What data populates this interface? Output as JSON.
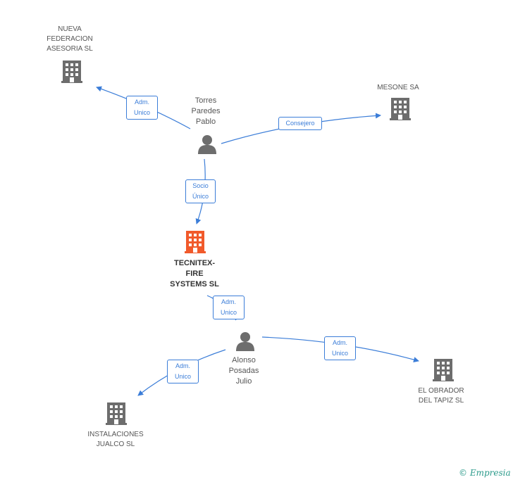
{
  "colors": {
    "edge": "#3b7dd8",
    "node_gray": "#6d6d6d",
    "focus": "#f15a2b"
  },
  "nodes": {
    "nueva": {
      "label": "NUEVA\nFEDERACION\nASESORIA SL",
      "type": "company"
    },
    "mesone": {
      "label": "MESONE SA",
      "type": "company"
    },
    "torres": {
      "label": "Torres\nParedes\nPablo",
      "type": "person"
    },
    "tecnitex": {
      "label": "TECNITEX-\nFIRE\nSYSTEMS SL",
      "type": "company-focus"
    },
    "alonso": {
      "label": "Alonso\nPosadas\nJulio",
      "type": "person"
    },
    "obrador": {
      "label": "EL OBRADOR\nDEL TAPIZ SL",
      "type": "company"
    },
    "instalaciones": {
      "label": "INSTALACIONES\nJUALCO SL",
      "type": "company"
    }
  },
  "edges": {
    "torres_nueva": "Adm.\nUnico",
    "torres_mesone": "Consejero",
    "torres_tecnitex": "Socio\nÚnico",
    "alonso_tecnitex": "Adm.\nUnico",
    "alonso_obrador": "Adm.\nUnico",
    "alonso_instalaciones": "Adm.\nUnico"
  },
  "brand": {
    "copyright": "©",
    "name": "Empresia"
  }
}
